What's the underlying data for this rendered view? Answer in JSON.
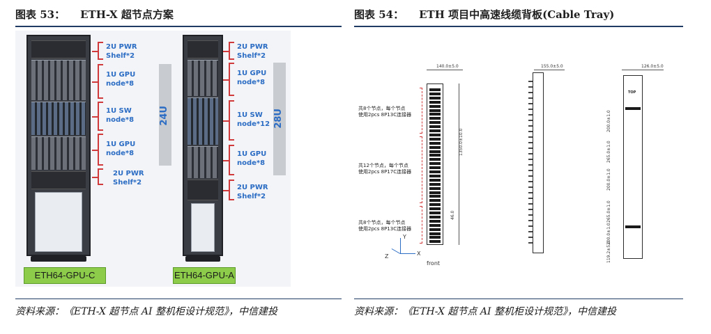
{
  "left_figure": {
    "number": "图表 53：",
    "title": "ETH-X  超节点方案",
    "source": "资料来源：《ETH-X 超节点 AI 整机柜设计规范》，中信建投",
    "rack_c": {
      "annotations": [
        {
          "line1": "2U PWR",
          "line2": "Shelf*2"
        },
        {
          "line1": "1U GPU",
          "line2": "node*8"
        },
        {
          "line1": "1U SW",
          "line2": "node*8"
        },
        {
          "line1": "1U GPU",
          "line2": "node*8"
        },
        {
          "line1": "2U PWR",
          "line2": "Shelf*2"
        }
      ],
      "height_label": "24U",
      "model": "ETH64-GPU-C"
    },
    "rack_a": {
      "annotations": [
        {
          "line1": "2U PWR",
          "line2": "Shelf*2"
        },
        {
          "line1": "1U GPU",
          "line2": "node*8"
        },
        {
          "line1": "1U SW",
          "line2": "node*12"
        },
        {
          "line1": "1U GPU",
          "line2": "node*8"
        },
        {
          "line1": "2U PWR",
          "line2": "Shelf*2"
        }
      ],
      "height_label": "28U",
      "model": "ETH64-GPU-A"
    }
  },
  "right_figure": {
    "number": "图表 54：",
    "title": "ETH 项目中高速线缆背板(Cable Tray)",
    "source": "资料来源：《ETH-X 超节点 AI 整机柜设计规范》，中信建投",
    "notes": [
      {
        "line1": "共8个节点，每个节点",
        "line2": "使用2pcs 8P13C连接器"
      },
      {
        "line1": "共12个节点，每个节点",
        "line2": "使用2pcs 8P17C连接器"
      },
      {
        "line1": "共8个节点，每个节点",
        "line2": "使用2pcs 8P13C连接器"
      }
    ],
    "dims": {
      "front_width": "140.0±5.0",
      "side_width": "155.0±5.0",
      "back_width": "126.0±5.0",
      "height": "1350.0±10.0",
      "small": "46.0",
      "back_segments": [
        "200.0±1.0",
        "265.0±1.0",
        "200.0±1.0",
        "265.0±1.0",
        "200.0±1.0",
        "119.2±5.0"
      ]
    },
    "axes": {
      "x": "X",
      "y": "Y",
      "z": "Z"
    },
    "front_label": "front",
    "top_label": "TOP"
  }
}
